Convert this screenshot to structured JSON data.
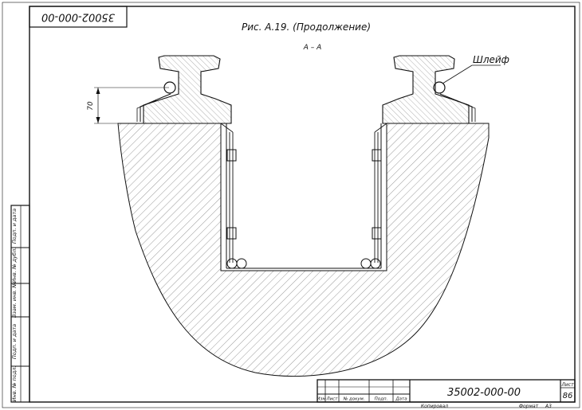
{
  "sheet": {
    "doc_code_rotated": "35002-000-00",
    "caption": "Рис. А.19. (Продолжение)",
    "section_label": "А – А",
    "dimension_70": "70",
    "label_shleif": "Шлейф"
  },
  "side_stamp": {
    "cells": [
      "Инв. № подл.",
      "Подп. и дата",
      "Взам. инв. №",
      "Инв. № дубл.",
      "Подп. и дата"
    ]
  },
  "title_block": {
    "code": "35002-000-00",
    "sheet_label": "Лист",
    "sheet_number": "86",
    "col_headers": [
      "Изм",
      "Лист",
      "№ докум.",
      "Подп.",
      "Дата"
    ],
    "copied_label": "Копировал",
    "format_label": "Формат",
    "format_value": "А3"
  },
  "colors": {
    "line": "#111111",
    "hatch": "#9a9a9a",
    "paper": "#ffffff"
  }
}
